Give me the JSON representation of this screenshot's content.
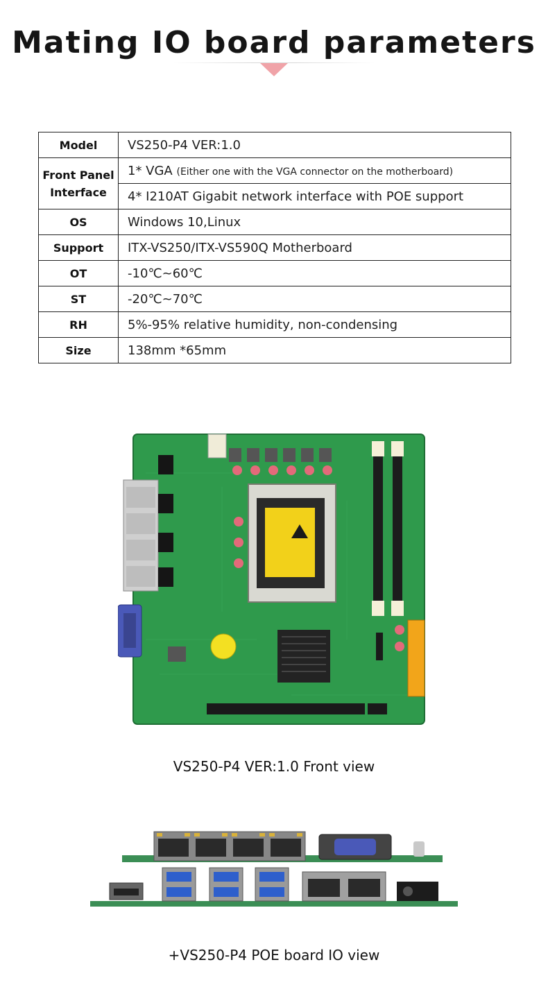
{
  "title": "Mating IO board parameters",
  "spec_table": {
    "rows": [
      {
        "key": "Model",
        "value": "VS250-P4 VER:1.0"
      },
      {
        "key": "Front Panel Interface",
        "value_main": "1* VGA",
        "value_note": "(Either one with the VGA connector on the motherboard)",
        "value2": "4* I210AT Gigabit network interface with POE support"
      },
      {
        "key": "OS",
        "value": "Windows 10,Linux"
      },
      {
        "key": "Support",
        "value": "ITX-VS250/ITX-VS590Q Motherboard"
      },
      {
        "key": "OT",
        "value": "-10℃~60℃"
      },
      {
        "key": "ST",
        "value": "-20℃~70℃"
      },
      {
        "key": "RH",
        "value": "5%-95% relative humidity, non-condensing"
      },
      {
        "key": "Size",
        "value": "138mm *65mm"
      }
    ]
  },
  "front_view_caption": "VS250-P4 VER:1.0 Front view",
  "io_view_caption": "+VS250-P4 POE board IO view",
  "colors": {
    "accent_arrow": "#f0a3a8",
    "pcb_green": "#2f9a4c",
    "table_border": "#222222"
  }
}
